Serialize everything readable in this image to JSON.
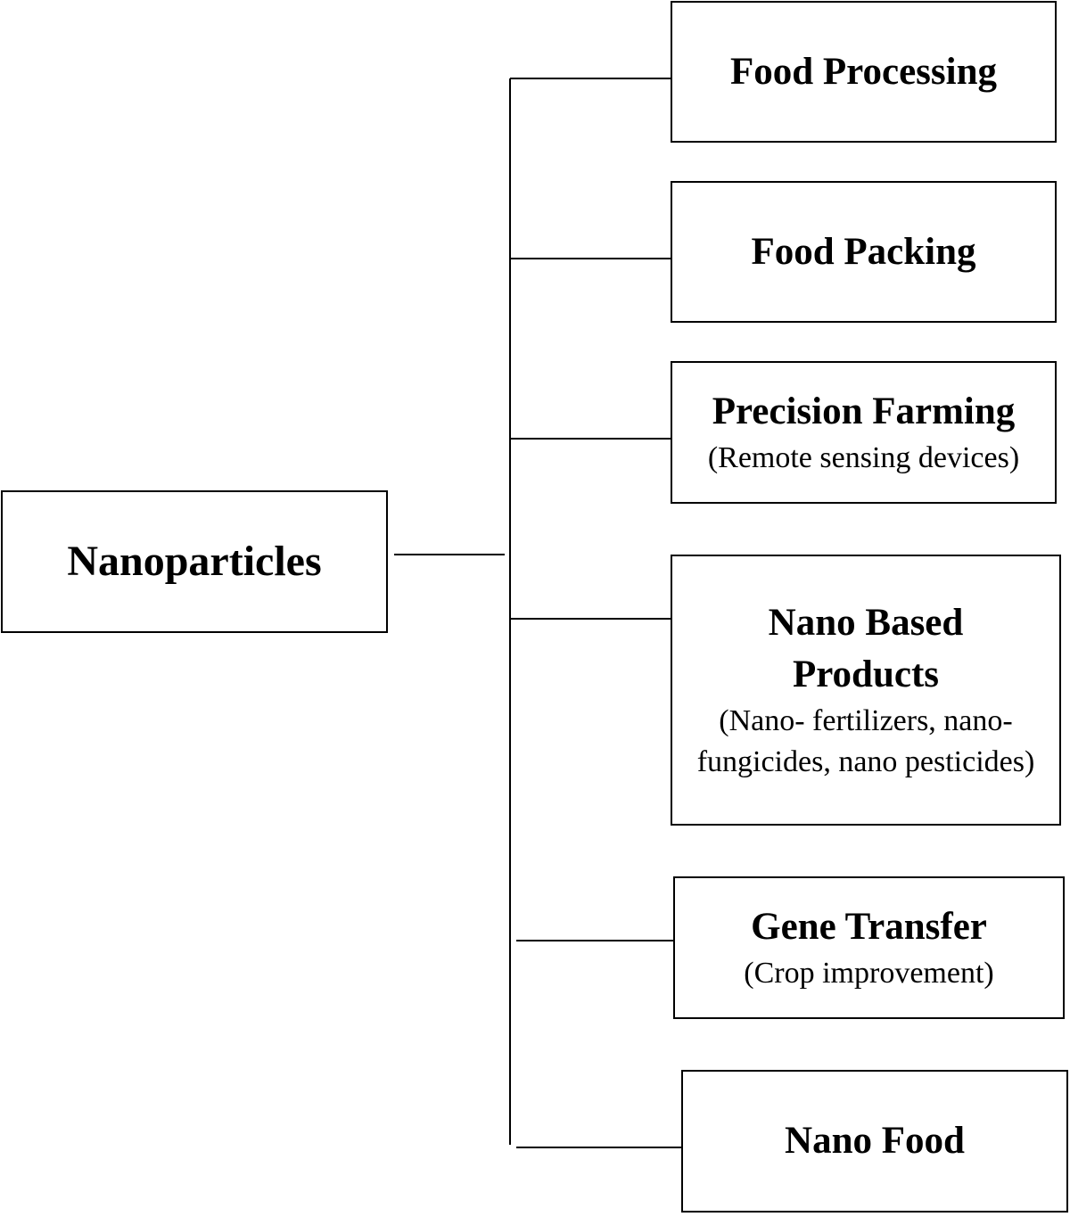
{
  "diagram": {
    "root": {
      "title": "Nanoparticles"
    },
    "branches": [
      {
        "title": "Food Processing",
        "subtitle": ""
      },
      {
        "title": "Food Packing",
        "subtitle": ""
      },
      {
        "title": "Precision Farming",
        "subtitle": "(Remote sensing devices)"
      },
      {
        "title": "Nano Based Products",
        "subtitle": "(Nano- fertilizers, nano-fungicides, nano pesticides)"
      },
      {
        "title": "Gene Transfer",
        "subtitle": "(Crop improvement)"
      },
      {
        "title": "Nano Food",
        "subtitle": ""
      }
    ]
  }
}
